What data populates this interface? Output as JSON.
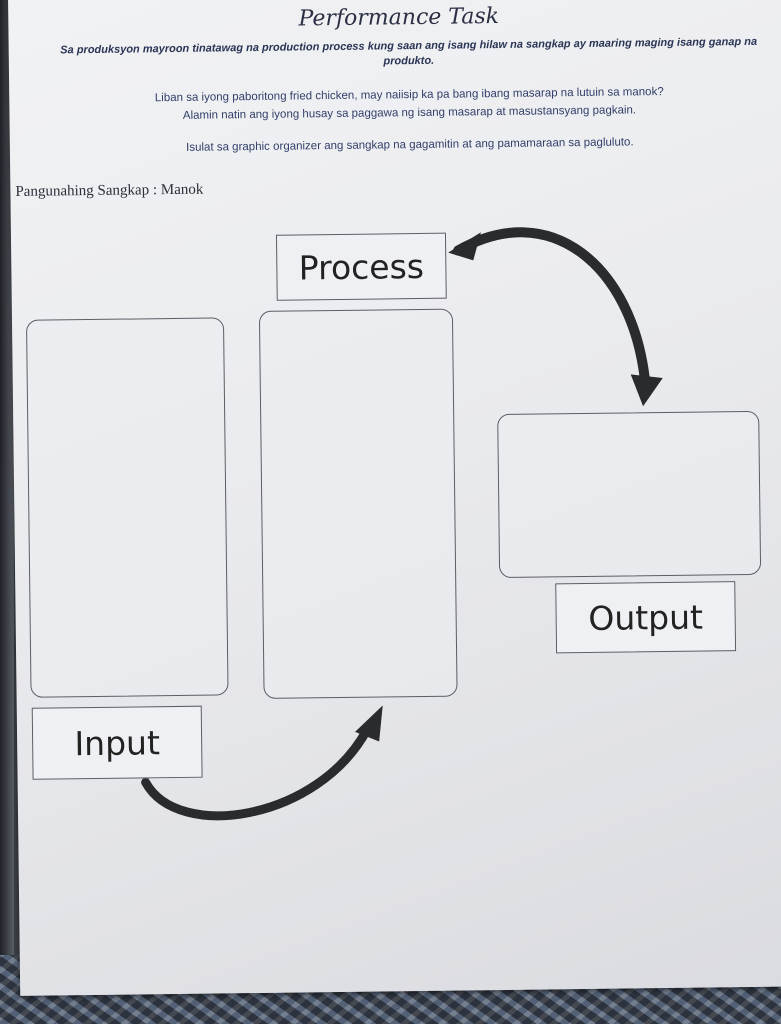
{
  "document": {
    "title": "Performance Task",
    "intro": "Sa produksyon mayroon tinatawag na production process kung saan ang isang hilaw na sangkap ay maaring maging isang ganap na produkto.",
    "line1": "Liban sa iyong paboritong fried chicken, may naiisip ka pa bang ibang masarap na lutuin sa manok?",
    "line2": "Alamin natin ang iyong husay sa paggawa ng isang masarap at masustansyang pagkain.",
    "line3": "Isulat sa graphic organizer ang sangkap na gagamitin at ang pamamaraan sa pagluluto.",
    "main_ingredient": "Pangunahing Sangkap : Manok"
  },
  "diagram": {
    "process_label": "Process",
    "output_label": "Output",
    "input_label": "Input",
    "arrow_color": "#2a2b2e"
  }
}
